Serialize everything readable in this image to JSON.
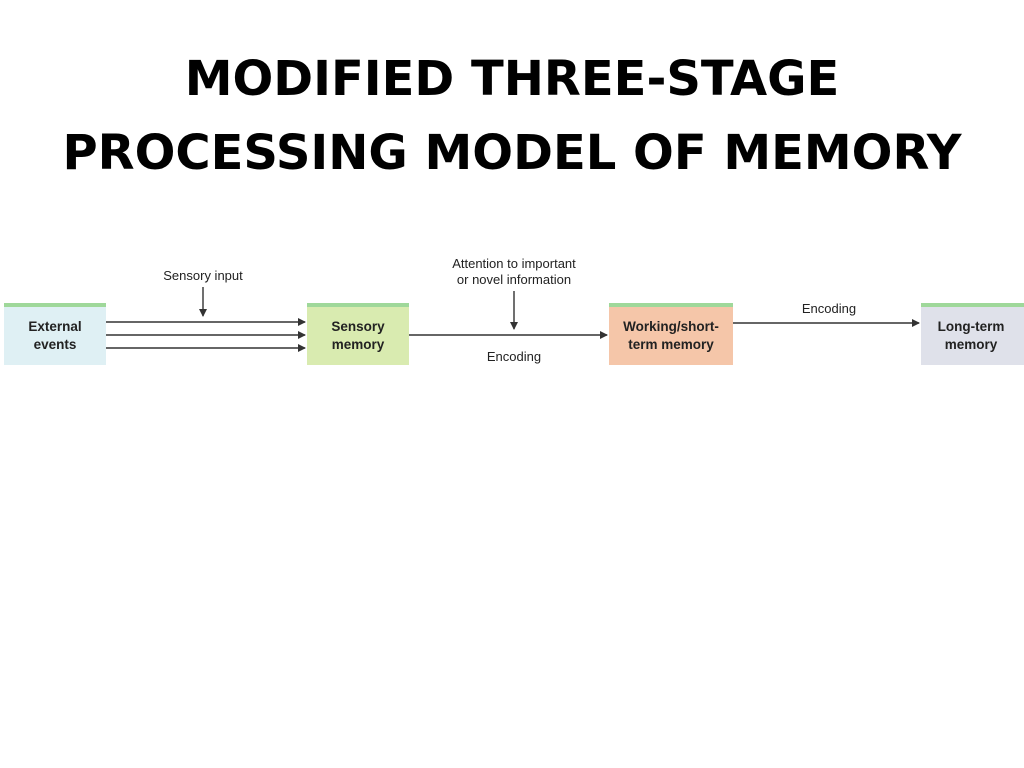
{
  "title": {
    "line1": "MODIFIED THREE-STAGE",
    "line2": "PROCESSING MODEL OF MEMORY"
  },
  "diagram": {
    "nodes": {
      "external_events": {
        "line1": "External",
        "line2": "events",
        "fill": "#dff0f4",
        "top_bar": "#9fd89a"
      },
      "sensory_memory": {
        "line1": "Sensory",
        "line2": "memory",
        "fill": "#d9ebb0",
        "top_bar": "#9fd89a"
      },
      "working_memory": {
        "line1": "Working/short-",
        "line2": "term memory",
        "fill": "#f5c6a9",
        "top_bar": "#9fd89a"
      },
      "long_term_memory": {
        "line1": "Long-term",
        "line2": "memory",
        "fill": "#dfe1ea",
        "top_bar": "#9fd89a"
      }
    },
    "labels": {
      "sensory_input": "Sensory input",
      "attention_line1": "Attention to important",
      "attention_line2": "or novel information",
      "encoding_1": "Encoding",
      "encoding_2": "Encoding"
    },
    "colors": {
      "arrow": "#333333",
      "text": "#222222"
    }
  }
}
